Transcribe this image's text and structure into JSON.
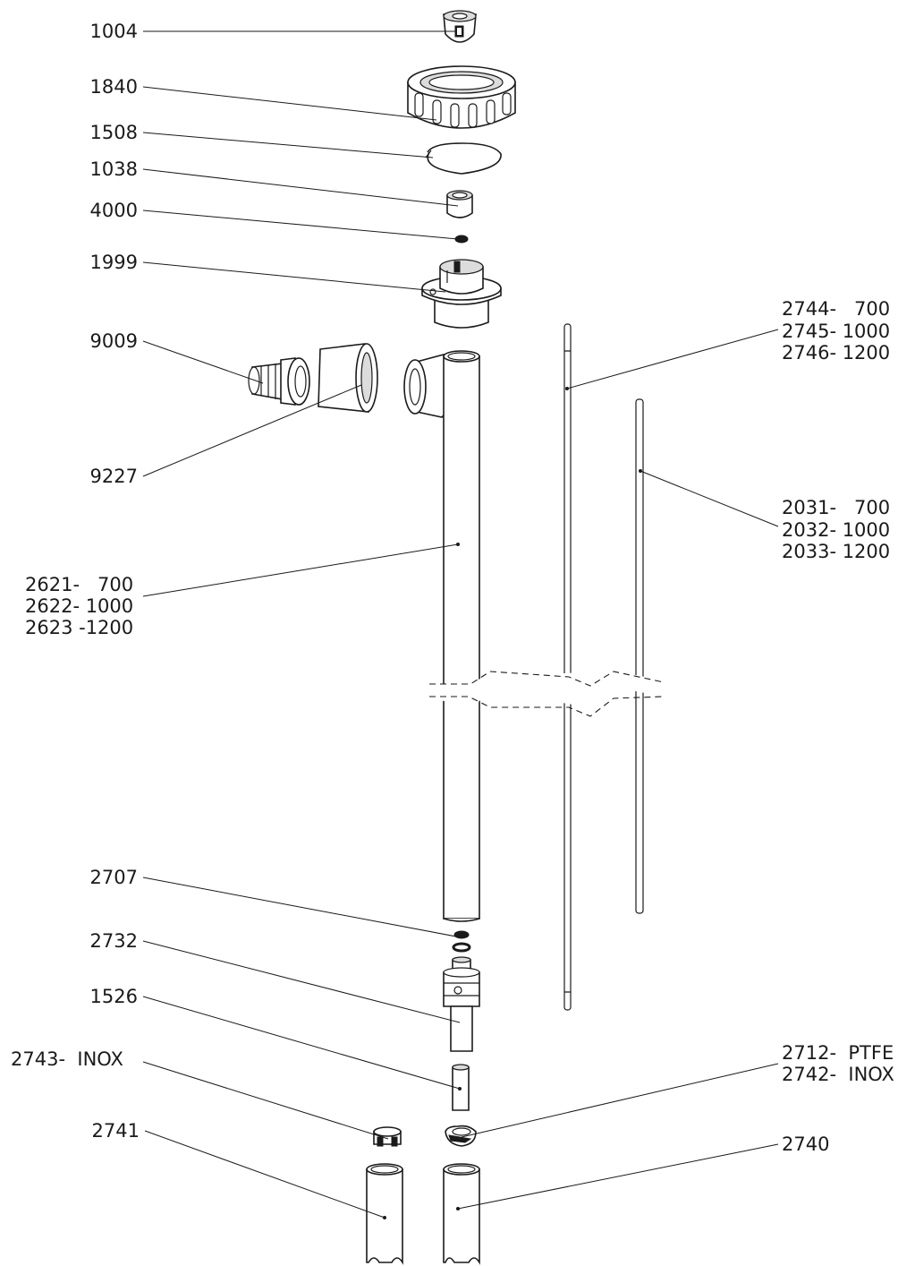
{
  "labels": {
    "p1004": "1004",
    "p1840": "1840",
    "p1508": "1508",
    "p1038": "1038",
    "p4000": "4000",
    "p1999": "1999",
    "p9009": "9009",
    "p9227": "9227",
    "tube_a": "2621-   700",
    "tube_b": "2622- 1000",
    "tube_c": "2623 -1200",
    "p2707": "2707",
    "p2732": "2732",
    "p1526": "1526",
    "p2743": "2743-  INOX",
    "p2741": "2741",
    "rod1_a": "2744-   700",
    "rod1_b": "2745- 1000",
    "rod1_c": "2746- 1200",
    "rod2_a": "2031-   700",
    "rod2_b": "2032- 1000",
    "rod2_c": "2033- 1200",
    "rotor_a": "2712-  PTFE",
    "rotor_b": "2742-  INOX",
    "p2740": "2740"
  }
}
